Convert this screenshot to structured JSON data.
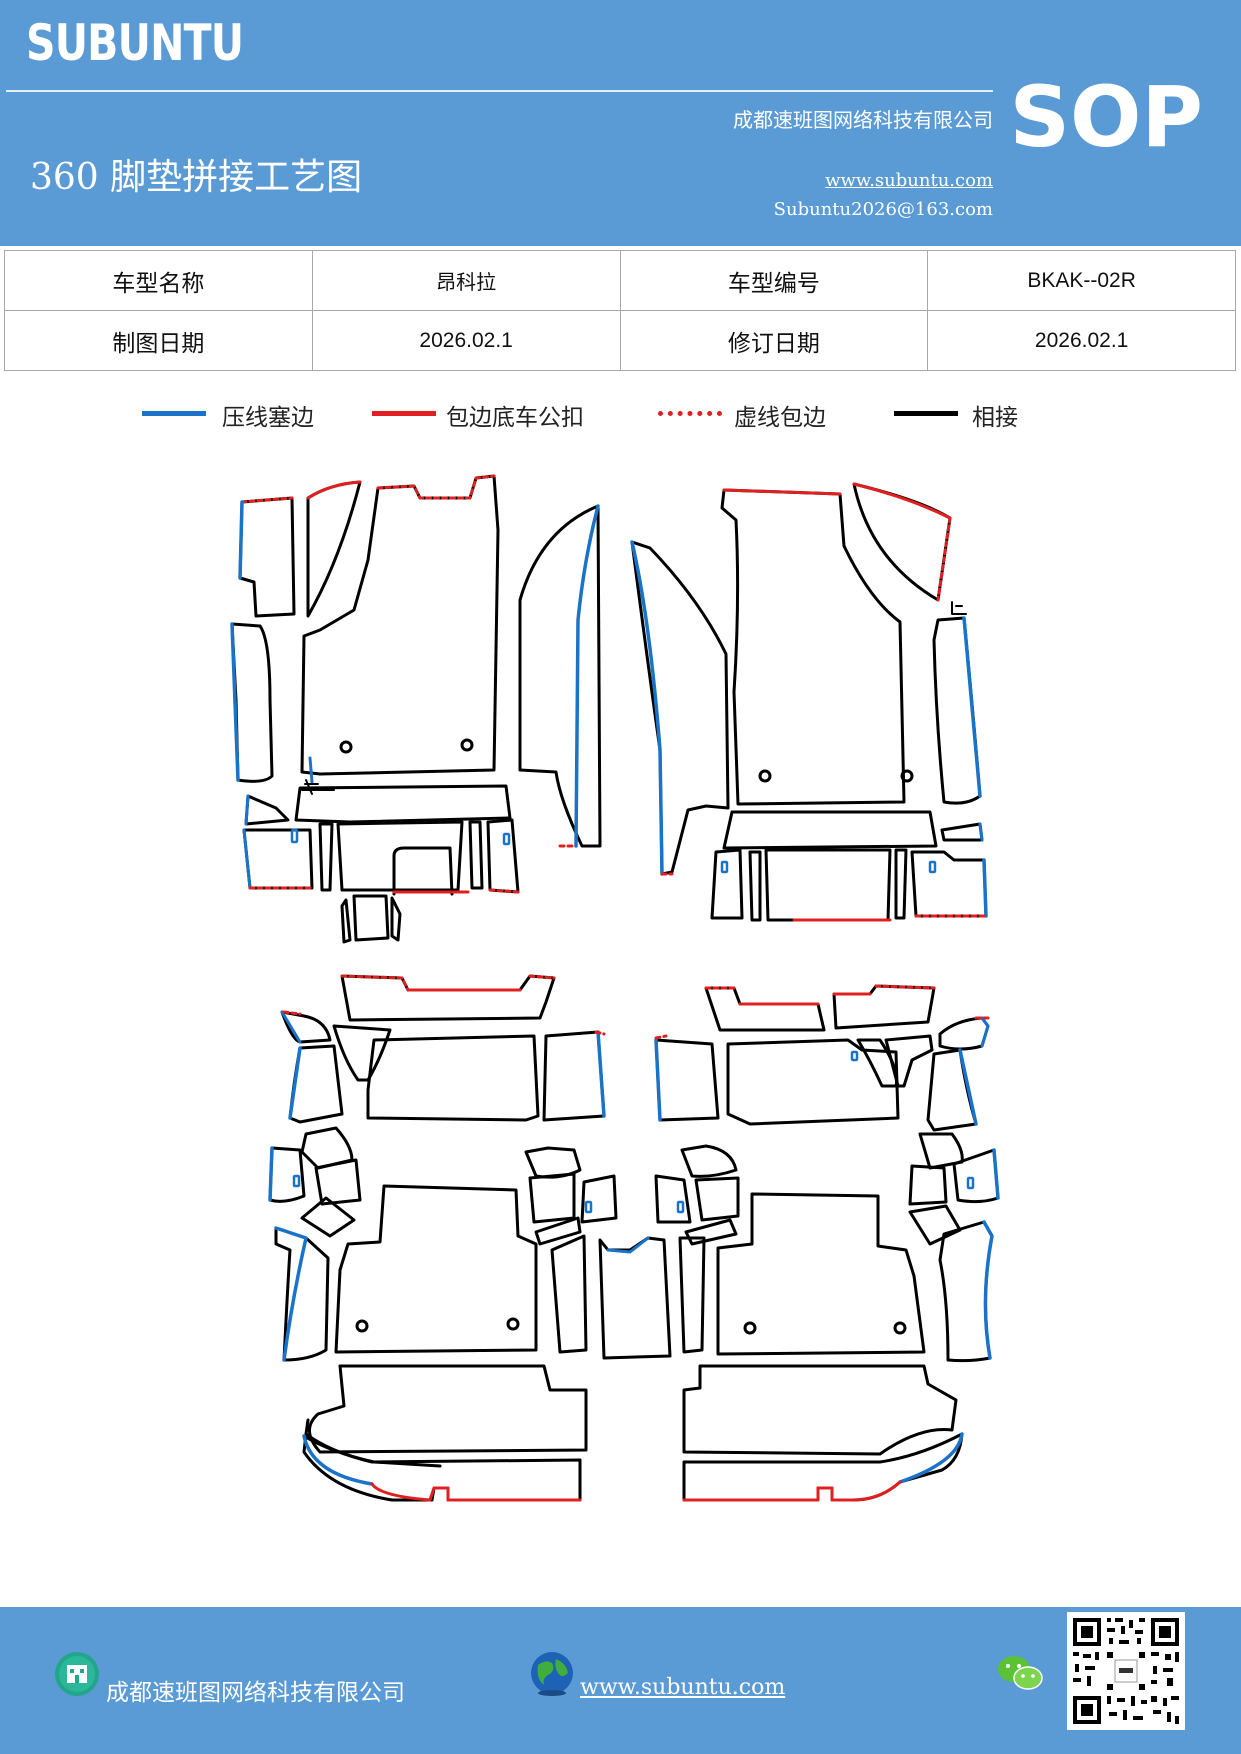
{
  "header": {
    "brand": "SUBUNTU",
    "company": "成都速班图网络科技有限公司",
    "title": "360 脚垫拼接工艺图",
    "website": "www.subuntu.com",
    "email": "Subuntu2026@163.com",
    "badge": "SOP"
  },
  "info_table": {
    "row1": {
      "label1": "车型名称",
      "value1": "昂科拉",
      "label2": "车型编号",
      "value2": "BKAK--02R"
    },
    "row2": {
      "label1": "制图日期",
      "value1": "2026.02.1",
      "label2": "修订日期",
      "value2": "2026.02.1"
    }
  },
  "legend": [
    {
      "label": "压线塞边",
      "color": "#1a73c9",
      "style": "solid"
    },
    {
      "label": "包边底车公扣",
      "color": "#e02020",
      "style": "solid"
    },
    {
      "label": "虚线包边",
      "color": "#e02020",
      "style": "dotted"
    },
    {
      "label": "相接",
      "color": "#000000",
      "style": "solid"
    }
  ],
  "footer": {
    "company": "成都速班图网络科技有限公司",
    "website": "www.subuntu.com",
    "icons": [
      "building-icon",
      "globe-icon",
      "wechat-icon",
      "qr-code"
    ]
  }
}
